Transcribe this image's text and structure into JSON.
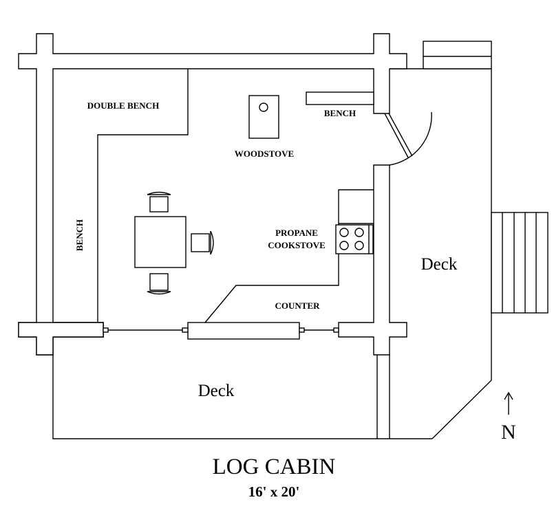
{
  "diagram": {
    "title": "LOG CABIN",
    "dimensions": "16' x 20'",
    "north": "N",
    "rooms": {
      "double_bench": "DOUBLE BENCH",
      "bench_top": "BENCH",
      "woodstove": "WOODSTOVE",
      "bench_left": "BENCH",
      "propane_line1": "PROPANE",
      "propane_line2": "COOKSTOVE",
      "counter": "COUNTER",
      "deck_south": "Deck",
      "deck_east": "Deck"
    }
  }
}
